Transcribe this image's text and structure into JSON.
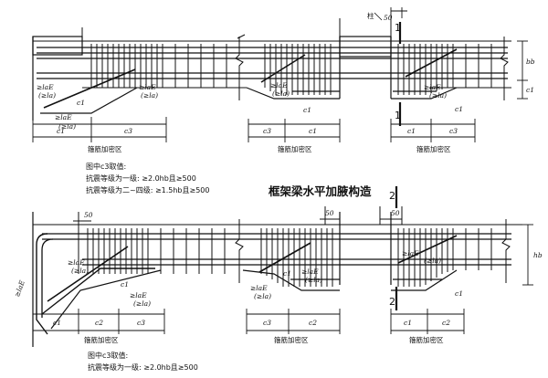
{
  "title": "框架梁水平加腋构造",
  "zone_label": "箍筋加密区",
  "dims": {
    "c1": "c1",
    "c2": "c2",
    "c3": "c3",
    "fifty": "50",
    "bb": "bb",
    "hb": "hb",
    "lae": "≥laE",
    "la": "(≥la)"
  },
  "labels": {
    "column": "柱",
    "section1": "1",
    "section2": "2"
  },
  "note_top": {
    "line1": "图中c3取值:",
    "line2": "抗震等级为一级: ≥2.0hb且≥500",
    "line3": "抗震等级为二~四级: ≥1.5hb且≥500"
  },
  "note_bottom": {
    "line1": "图中c3取值:",
    "line2": "抗震等级为一级: ≥2.0hb且≥500"
  }
}
